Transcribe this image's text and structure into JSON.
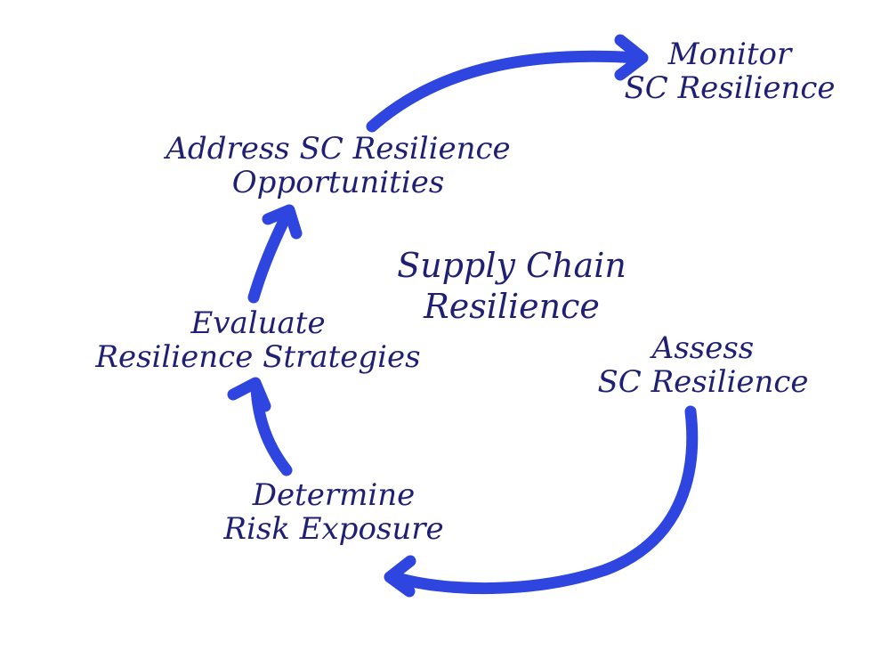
{
  "center_title": {
    "line1": "Supply Chain",
    "line2": "Resilience"
  },
  "steps": {
    "address": {
      "line1": "Address SC Resilience",
      "line2": "Opportunities"
    },
    "monitor": {
      "line1": "Monitor",
      "line2": "SC Resilience"
    },
    "assess": {
      "line1": "Assess",
      "line2": "SC Resilience"
    },
    "determine": {
      "line1": "Determine",
      "line2": "Risk Exposure"
    },
    "evaluate": {
      "line1": "Evaluate",
      "line2": "Resilience Strategies"
    }
  },
  "colors": {
    "arrow": "#2f45e0",
    "text": "#1f1f73",
    "background": "#ffffff"
  }
}
